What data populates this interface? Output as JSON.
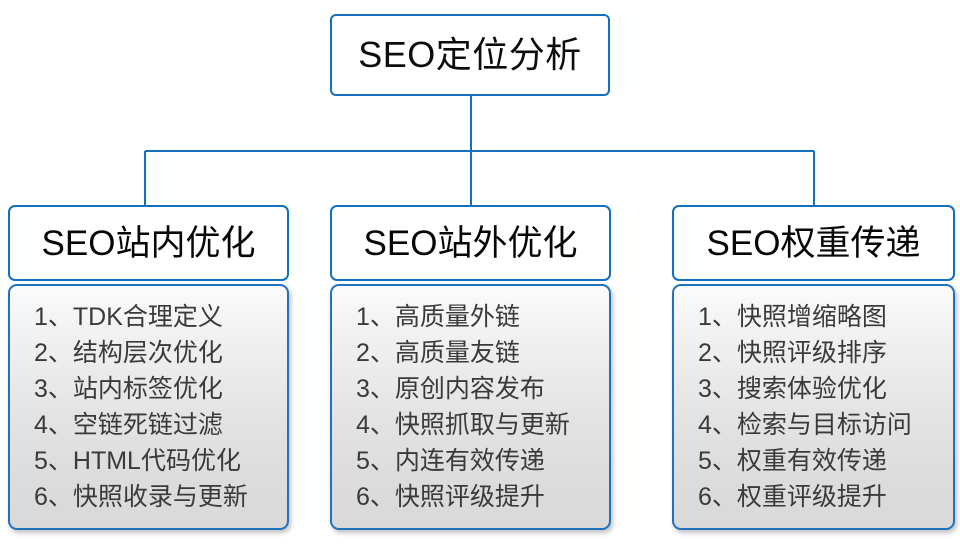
{
  "diagram": {
    "type": "org-tree",
    "accent_color": "#1270be",
    "root": {
      "label": "SEO定位分析"
    },
    "branches": [
      {
        "header": "SEO站内优化",
        "items": [
          "1、TDK合理定义",
          "2、结构层次优化",
          "3、站内标签优化",
          "4、空链死链过滤",
          "5、HTML代码优化",
          "6、快照收录与更新"
        ]
      },
      {
        "header": "SEO站外优化",
        "items": [
          "1、高质量外链",
          "2、高质量友链",
          "3、原创内容发布",
          "4、快照抓取与更新",
          "5、内连有效传递",
          "6、快照评级提升"
        ]
      },
      {
        "header": "SEO权重传递",
        "items": [
          "1、快照增缩略图",
          "2、快照评级排序",
          "3、搜索体验优化",
          "4、检索与目标访问",
          "5、权重有效传递",
          "6、权重评级提升"
        ]
      }
    ]
  }
}
